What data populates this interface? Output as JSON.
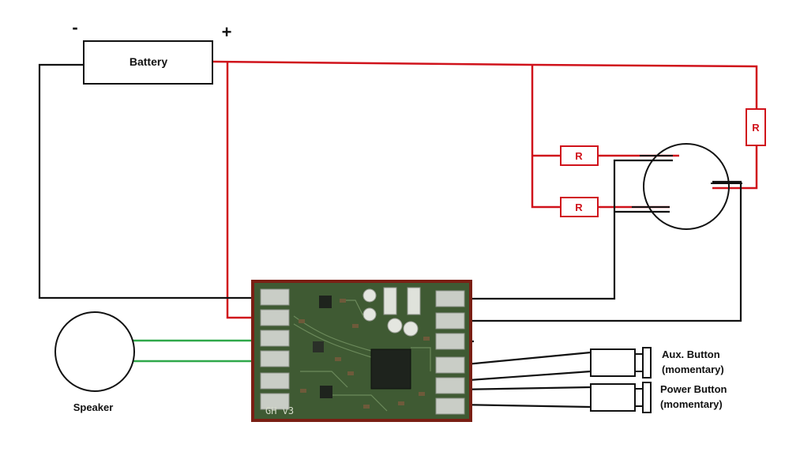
{
  "battery": {
    "label": "Battery",
    "negative_sign": "-",
    "positive_sign": "+"
  },
  "resistors": {
    "upper_left_label": "R",
    "lower_left_label": "R",
    "right_label": "R"
  },
  "speaker": {
    "label": "Speaker"
  },
  "board": {
    "silkscreen_text": "GH v3"
  },
  "aux_button": {
    "label_line1": "Aux. Button",
    "label_line2": "(momentary)"
  },
  "power_button": {
    "label_line1": "Power Button",
    "label_line2": "(momentary)"
  },
  "colors": {
    "positive_wire": "#d0121b",
    "negative_wire": "#111111",
    "speaker_wire": "#2fa84a",
    "pcb": "#3f5a33",
    "pcb_border": "#7a1f14"
  }
}
